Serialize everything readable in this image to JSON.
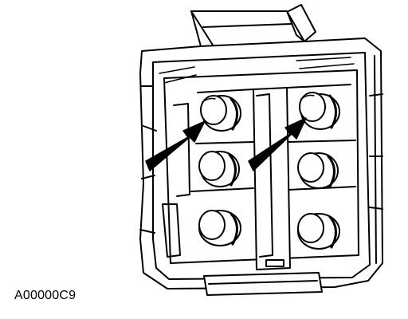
{
  "figure": {
    "label": "A00000C9",
    "subject": "connector-face",
    "pins": [
      {
        "row": 1,
        "col": 1,
        "indicated": true
      },
      {
        "row": 1,
        "col": 2,
        "indicated": true
      },
      {
        "row": 2,
        "col": 1,
        "indicated": false
      },
      {
        "row": 2,
        "col": 2,
        "indicated": false
      },
      {
        "row": 3,
        "col": 1,
        "indicated": false
      },
      {
        "row": 3,
        "col": 2,
        "indicated": false
      }
    ],
    "indicator_arrows": 2,
    "colors": {
      "ink": "#000000",
      "paper": "#ffffff"
    }
  }
}
